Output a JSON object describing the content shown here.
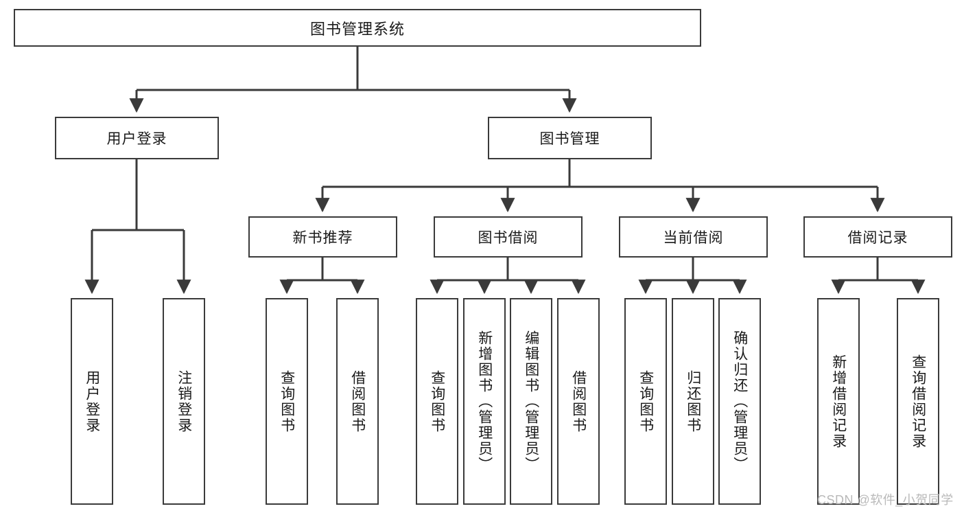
{
  "diagram": {
    "title": "图书管理系统",
    "orientation": "top-down-tree",
    "watermark": "CSDN @软件_小贺同学",
    "colors": {
      "stroke": "#3a3a3a",
      "fill": "#ffffff",
      "text": "#1a1a1a",
      "watermark": "#b9b9b9"
    },
    "levels": {
      "root": {
        "label": "图书管理系统"
      },
      "level2": [
        {
          "id": "user-login",
          "label": "用户登录"
        },
        {
          "id": "book-manage",
          "label": "图书管理"
        }
      ],
      "level3": [
        {
          "id": "new-book-rec",
          "label": "新书推荐",
          "parent": "book-manage"
        },
        {
          "id": "book-borrow",
          "label": "图书借阅",
          "parent": "book-manage"
        },
        {
          "id": "current-borrow",
          "label": "当前借阅",
          "parent": "book-manage"
        },
        {
          "id": "borrow-record",
          "label": "借阅记录",
          "parent": "book-manage"
        }
      ],
      "leaves": [
        {
          "id": "leaf-user-login",
          "label": "用户登录",
          "parent": "user-login"
        },
        {
          "id": "leaf-logout",
          "label": "注销登录",
          "parent": "user-login"
        },
        {
          "id": "leaf-query-book-1",
          "label": "查询图书",
          "parent": "new-book-rec"
        },
        {
          "id": "leaf-borrow-book-1",
          "label": "借阅图书",
          "parent": "new-book-rec"
        },
        {
          "id": "leaf-query-book-2",
          "label": "查询图书",
          "parent": "book-borrow"
        },
        {
          "id": "leaf-add-book",
          "label": "新增图书（管理员）",
          "parent": "book-borrow"
        },
        {
          "id": "leaf-edit-book",
          "label": "编辑图书（管理员）",
          "parent": "book-borrow"
        },
        {
          "id": "leaf-borrow-book-2",
          "label": "借阅图书",
          "parent": "book-borrow"
        },
        {
          "id": "leaf-query-book-3",
          "label": "查询图书",
          "parent": "current-borrow"
        },
        {
          "id": "leaf-return-book",
          "label": "归还图书",
          "parent": "current-borrow"
        },
        {
          "id": "leaf-confirm-return",
          "label": "确认归还（管理员）",
          "parent": "current-borrow"
        },
        {
          "id": "leaf-add-record",
          "label": "新增借阅记录",
          "parent": "borrow-record"
        },
        {
          "id": "leaf-query-record",
          "label": "查询借阅记录",
          "parent": "borrow-record"
        }
      ]
    }
  }
}
